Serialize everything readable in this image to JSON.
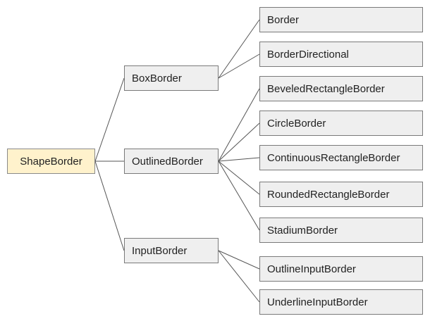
{
  "diagram": {
    "type": "tree",
    "root": {
      "label": "ShapeBorder",
      "fill": "#fff2cc"
    },
    "node_fill": "#efefef",
    "edge_color": "#555555",
    "children": [
      {
        "label": "BoxBorder",
        "children": [
          "Border",
          "BorderDirectional"
        ]
      },
      {
        "label": "OutlinedBorder",
        "children": [
          "BeveledRectangleBorder",
          "CircleBorder",
          "ContinuousRectangleBorder",
          "RoundedRectangleBorder",
          "StadiumBorder"
        ]
      },
      {
        "label": "InputBorder",
        "children": [
          "OutlineInputBorder",
          "UnderlineInputBorder"
        ]
      }
    ]
  }
}
